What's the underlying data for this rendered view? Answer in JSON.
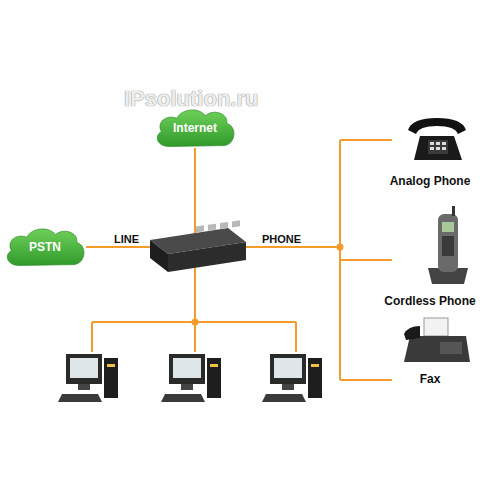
{
  "diagram": {
    "nodes": [
      {
        "text": [
          "Internet"
        ]
      },
      {
        "text": [
          "PSTN"
        ]
      },
      {
        "text": [
          "Analog Phone"
        ]
      },
      {
        "text": [
          "Cordless Phone"
        ]
      },
      {
        "text": [
          "Fax"
        ]
      }
    ],
    "labels": [
      "IPsolution.ru",
      "LINE",
      "PHONE"
    ]
  }
}
